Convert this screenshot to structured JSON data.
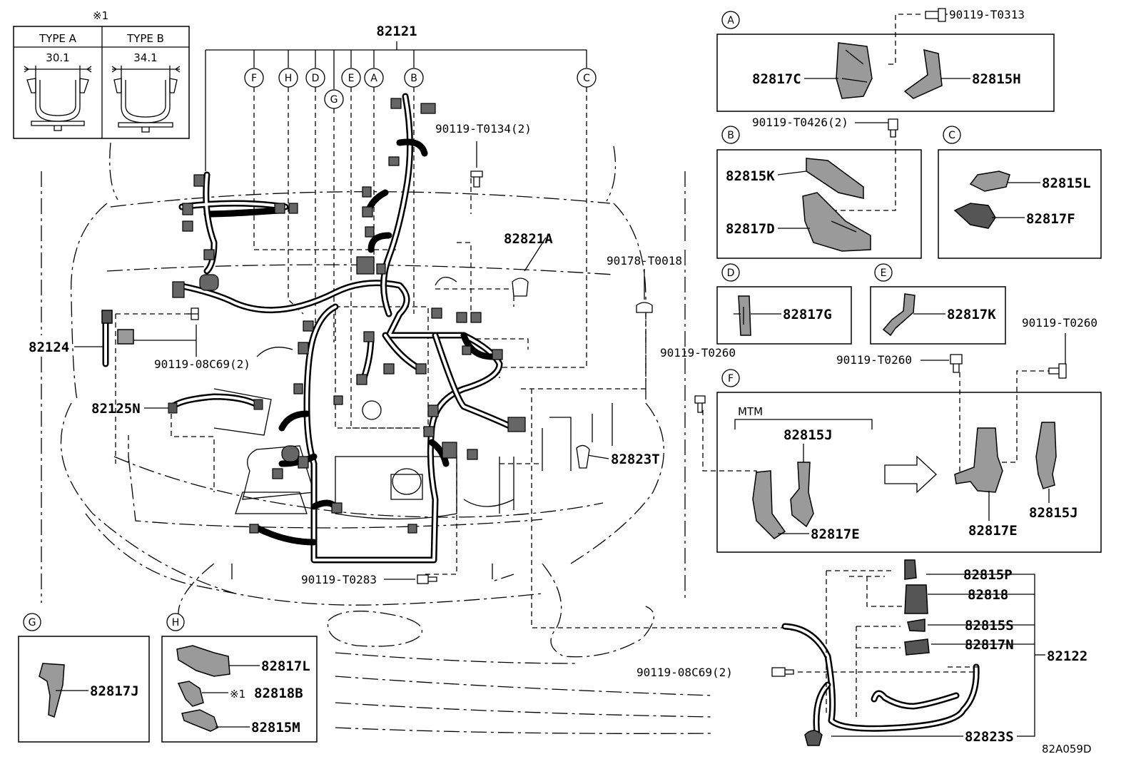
{
  "callouts": {
    "main_harness": "82121",
    "harness_82124": "82124",
    "harness_82125N": "82125N",
    "part_82821A": "82821A",
    "part_82823T": "82823T",
    "bolt_t0134": "90119-T0134(2)",
    "bolt_08c69_left": "90119-08C69(2)",
    "bolt_t0283": "90119-T0283",
    "bolt_t0018": "90178-T0018",
    "bolt_t0260_mid": "90119-T0260"
  },
  "clamp_types": {
    "note_mark": "※1",
    "type_a": {
      "header": "TYPE A",
      "dimension": "30.1"
    },
    "type_b": {
      "header": "TYPE B",
      "dimension": "34.1"
    }
  },
  "branch_letters": [
    "F",
    "H",
    "D",
    "G",
    "E",
    "A",
    "B",
    "C"
  ],
  "detail_A": {
    "letter": "A",
    "bolt": "90119-T0313",
    "parts": [
      "82817C",
      "82815H"
    ]
  },
  "detail_B": {
    "letter": "B",
    "bolt": "90119-T0426(2)",
    "parts": [
      "82815K",
      "82817D"
    ]
  },
  "detail_C": {
    "letter": "C",
    "parts": [
      "82815L",
      "82817F"
    ]
  },
  "detail_D": {
    "letter": "D",
    "parts": [
      "82817G"
    ]
  },
  "detail_E": {
    "letter": "E",
    "parts": [
      "82817K"
    ]
  },
  "detail_F": {
    "letter": "F",
    "bolt_left": "90119-T0260",
    "bolt_right": "90119-T0260",
    "variant": "MTM",
    "parts_left": [
      "82815J",
      "82817E"
    ],
    "parts_right": [
      "82817E",
      "82815J"
    ]
  },
  "detail_G": {
    "letter": "G",
    "parts": [
      "82817J"
    ]
  },
  "detail_H": {
    "letter": "H",
    "parts": [
      "82817L",
      "82818B",
      "82815M"
    ],
    "note_mark": "※1"
  },
  "harness_82122": {
    "assembly": "82122",
    "bolt": "90119-08C69(2)",
    "parts": [
      "82815P",
      "82818",
      "82815S",
      "82817N",
      "82823S"
    ]
  },
  "diagram_code": "82A059D"
}
